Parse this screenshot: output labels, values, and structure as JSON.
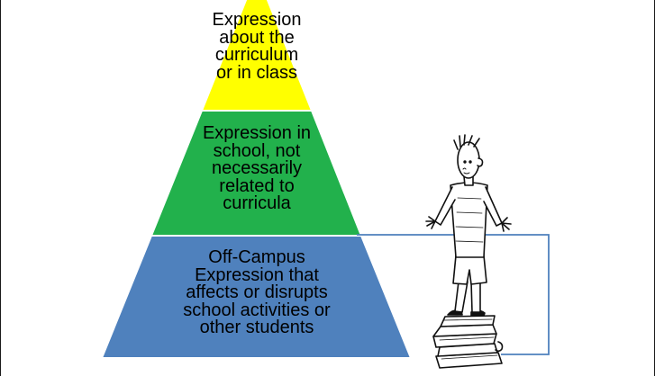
{
  "pyramid": {
    "top": {
      "text": "Expression\nabout the\ncurriculum\nor in class",
      "color": "#ffff00"
    },
    "middle": {
      "text": "Expression in\nschool, not\nnecessarily\nrelated to\ncurricula",
      "color": "#22b14c"
    },
    "bottom": {
      "text": "Off-Campus\nExpression that\naffects or disrupts\nschool activities or\nother students",
      "color": "#4f81bd"
    }
  },
  "illustration": {
    "icon": "boy-standing-on-books-icon"
  },
  "colors": {
    "connector": "#4f81bd",
    "outline": "#ffffff"
  }
}
